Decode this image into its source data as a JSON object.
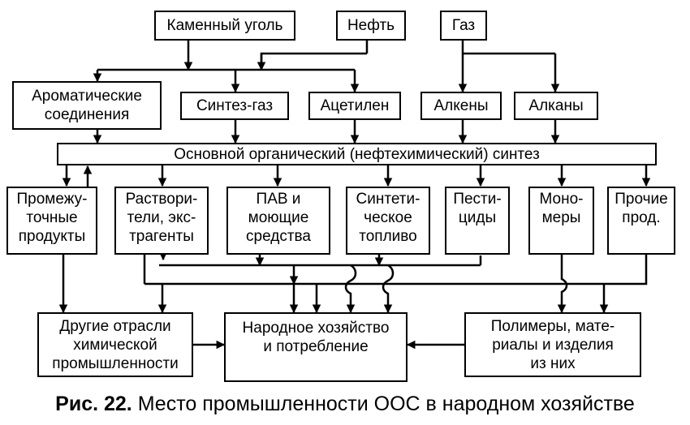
{
  "sources": {
    "coal": "Каменный уголь",
    "oil": "Нефть",
    "gas": "Газ"
  },
  "intermediates": {
    "aromatic": "Ароматические\nсоединения",
    "syngas": "Синтез-газ",
    "acetylene": "Ацетилен",
    "alkenes": "Алкены",
    "alkanes": "Алканы"
  },
  "synthesis": "Основной органический (нефтехимический) синтез",
  "products": {
    "intermediate_products": "Промежу-\nточные\nпродукты",
    "solvents": "Раствори-\nтели, экс-\nтрагенты",
    "surfactants": "ПАВ и\nмоющие\nсредства",
    "synthetic_fuel": "Синтети-\nческое\nтопливо",
    "pesticides": "Пести-\nциды",
    "monomers": "Моно-\nмеры",
    "other_products": "Прочие\nпрод."
  },
  "outputs": {
    "chemical_industry": "Другие отрасли\nхимической\nпромышленности",
    "economy": "Народное хозяйство\nи потребление",
    "polymers": "Полимеры, мате-\nриалы и изделия\nиз них"
  },
  "caption": {
    "label": "Рис. 22.",
    "text": "Место промышленности ООС в народном хозяйстве"
  }
}
